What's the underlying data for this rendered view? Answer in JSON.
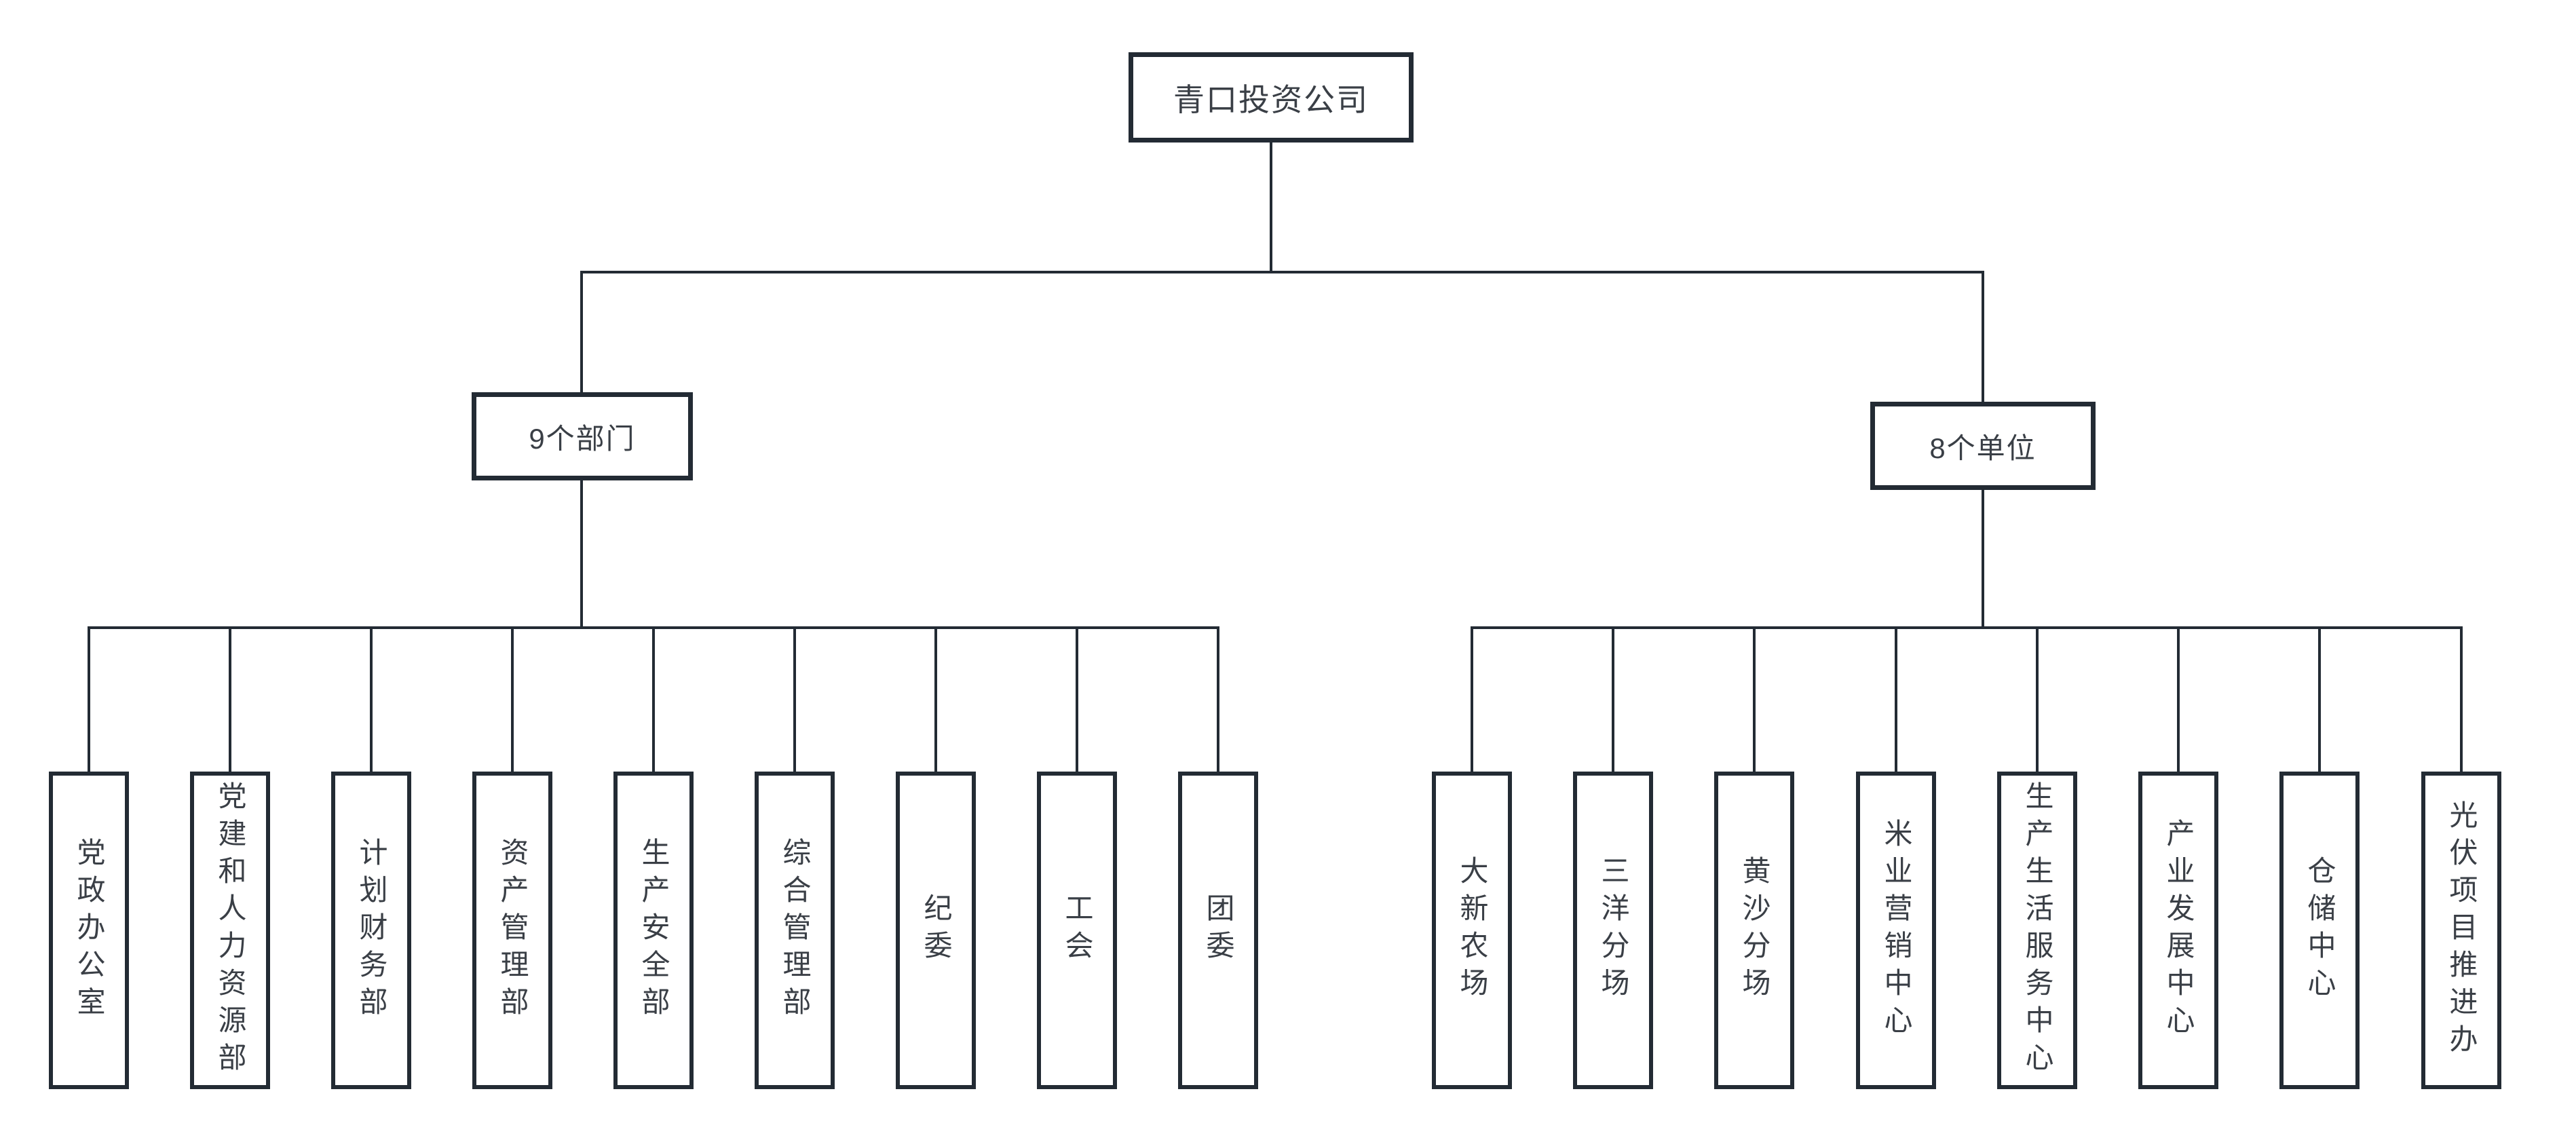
{
  "org": {
    "root": {
      "label": "青口投资公司"
    },
    "branches": [
      {
        "label": "9个部门",
        "children": [
          "党政办公室",
          "党建和人力资源部",
          "计划财务部",
          "资产管理部",
          "生产安全部",
          "综合管理部",
          "纪委",
          "工会",
          "团委"
        ]
      },
      {
        "label": "8个单位",
        "children": [
          "大新农场",
          "三洋分场",
          "黄沙分场",
          "米业营销中心",
          "生产生活服务中心",
          "产业发展中心",
          "仓储中心",
          "光伏项目推进办"
        ]
      }
    ]
  },
  "colors": {
    "line": "#232b34",
    "text": "#3a3f46",
    "background": "#ffffff"
  }
}
